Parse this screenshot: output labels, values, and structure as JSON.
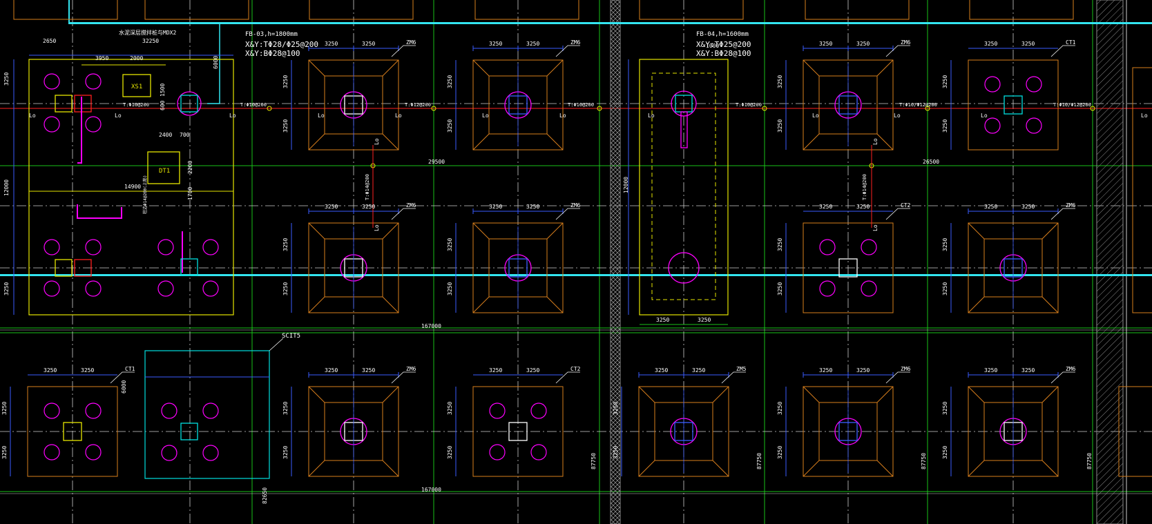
{
  "colors": {
    "background": "#000000",
    "grid_green": "#19c219",
    "axis_white": "#cfcfcf",
    "pile_cap_orange": "#d87f1c",
    "pile_magenta": "#ff00ff",
    "column_cyan": "#00e0e0",
    "dim_blue": "#3a5cff",
    "text_white": "#ffffff",
    "foundation_yellow": "#e6e600",
    "rebar_red": "#ff2020",
    "hatch_gray": "#8c8c8c",
    "cyan_beam": "#33e5f0"
  },
  "annotations": {
    "fb03_title": "FB-03,h=1800mm",
    "fb03_top": "X&Y:TΦ28/Φ25@200",
    "fb03_bot": "X&Y:BΦ28@100",
    "fb04_title": "FB-04,h=1600mm",
    "fb04_top": "X&Y:TΦ25@200",
    "fb04_bot": "X&Y:BΦ28@100",
    "note_cn": "水泥深层搅拌桩与MDX2",
    "xs1": "XS1",
    "dt1": "DT1",
    "scit5": "SCIT5"
  },
  "dims": {
    "d3250": "3250",
    "d2650": "2650",
    "d3950": "3950",
    "d2000": "2000",
    "d6000": "6000",
    "d32250": "32250",
    "d1500": "1500",
    "d600": "600",
    "d2400": "2400",
    "d700": "700",
    "d2200": "2200",
    "d1700": "1700",
    "d12000": "12000",
    "d14900": "14900",
    "d1000": "1000",
    "d29500": "29500",
    "d26500": "26500",
    "d167000": "167000",
    "d87750": "87750",
    "d82650": "82650"
  },
  "pile_labels": {
    "zm6": "ZM6",
    "zm5": "ZM5",
    "ct1": "CT1",
    "ct2": "CT2"
  },
  "beam_labels": {
    "b1": "T:Φ10@200",
    "b2": "T:Φ10@200",
    "b3": "T:Φ12@200",
    "b4": "T:Φ10@200",
    "b5": "T:Φ10@200",
    "b6": "T:Φ10/Φ12@200",
    "b7": "T:Φ10/Φ12@200",
    "v1": "T:Φ14@200",
    "v2": "T:Φ14@200",
    "lo": "Lo",
    "side_note": "柱边Φ14@200(上筋)"
  }
}
